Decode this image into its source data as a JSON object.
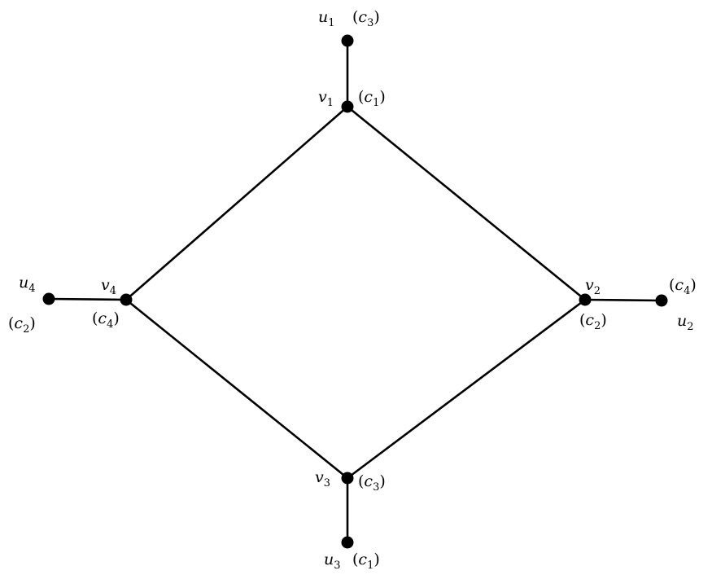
{
  "diagram": {
    "type": "graph",
    "vertices": [
      {
        "id": "u1",
        "name": "u",
        "index": "1",
        "color_letter": "c",
        "color_index": "3"
      },
      {
        "id": "v1",
        "name": "v",
        "index": "1",
        "color_letter": "c",
        "color_index": "1"
      },
      {
        "id": "v2",
        "name": "v",
        "index": "2",
        "color_letter": "c",
        "color_index": "2"
      },
      {
        "id": "u2",
        "name": "u",
        "index": "2",
        "color_letter": "c",
        "color_index": "4"
      },
      {
        "id": "v3",
        "name": "v",
        "index": "3",
        "color_letter": "c",
        "color_index": "3"
      },
      {
        "id": "u3",
        "name": "u",
        "index": "3",
        "color_letter": "c",
        "color_index": "1"
      },
      {
        "id": "v4",
        "name": "v",
        "index": "4",
        "color_letter": "c",
        "color_index": "4"
      },
      {
        "id": "u4",
        "name": "u",
        "index": "4",
        "color_letter": "c",
        "color_index": "2"
      }
    ],
    "edges": [
      [
        "u1",
        "v1"
      ],
      [
        "v1",
        "v2"
      ],
      [
        "v2",
        "v3"
      ],
      [
        "v3",
        "v4"
      ],
      [
        "v4",
        "v1"
      ],
      [
        "v2",
        "u2"
      ],
      [
        "v3",
        "u3"
      ],
      [
        "v4",
        "u4"
      ]
    ],
    "colors": {
      "line": "#000000",
      "vertex": "#000000",
      "background": "#ffffff"
    }
  }
}
